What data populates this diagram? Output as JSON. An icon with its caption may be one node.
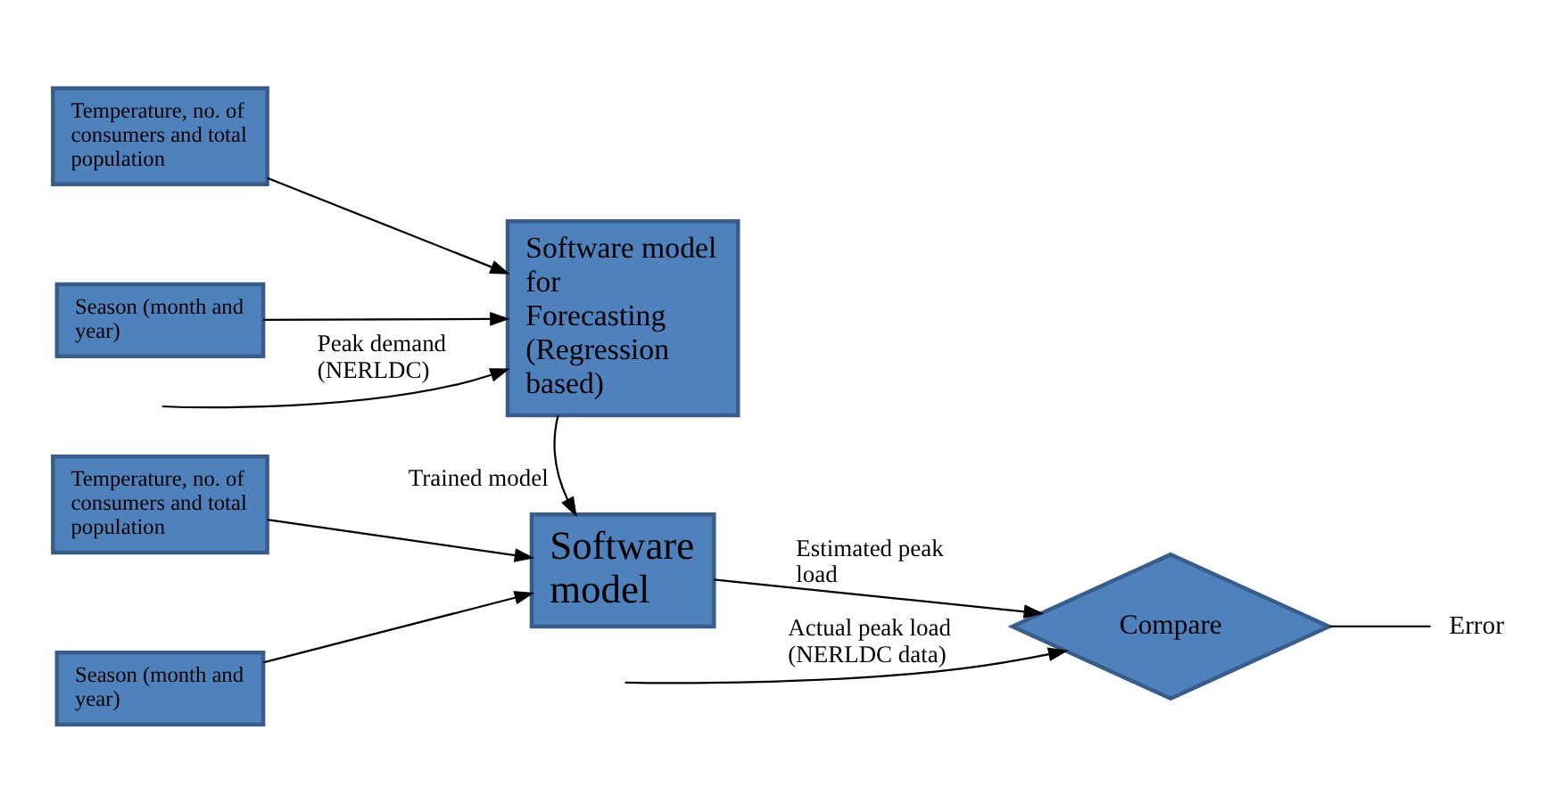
{
  "diagram": {
    "nodes": [
      {
        "text": [
          "Temperature, no. of consumers and total population"
        ]
      },
      {
        "text": [
          "Season (month and year)"
        ]
      },
      {
        "text": [
          "Software model for Forecasting (Regression based)"
        ]
      },
      {
        "text": [
          "Temperature, no. of consumers and total population"
        ]
      },
      {
        "text": [
          "Season (month and year)"
        ]
      },
      {
        "text": [
          "Software model"
        ]
      },
      {
        "text": [
          "Compare"
        ]
      },
      {
        "text": [
          "Error"
        ]
      }
    ],
    "edges": [
      {
        "from": null,
        "to": 2,
        "arrow": "to",
        "label": "Peak demand (NERLDC)"
      },
      {
        "from": 0,
        "to": 2,
        "arrow": "to"
      },
      {
        "from": 1,
        "to": 2,
        "arrow": "to"
      },
      {
        "from": 2,
        "to": 5,
        "arrow": "to",
        "label": "Trained model"
      },
      {
        "from": 3,
        "to": 5,
        "arrow": "to"
      },
      {
        "from": 4,
        "to": 5,
        "arrow": "to"
      },
      {
        "from": 5,
        "to": 6,
        "arrow": "to",
        "label": "Estimated peak load"
      },
      {
        "from": null,
        "to": 6,
        "arrow": "to",
        "label": "Actual peak load (NERLDC data)"
      },
      {
        "from": 6,
        "to": 7,
        "arrow": "none"
      }
    ]
  }
}
